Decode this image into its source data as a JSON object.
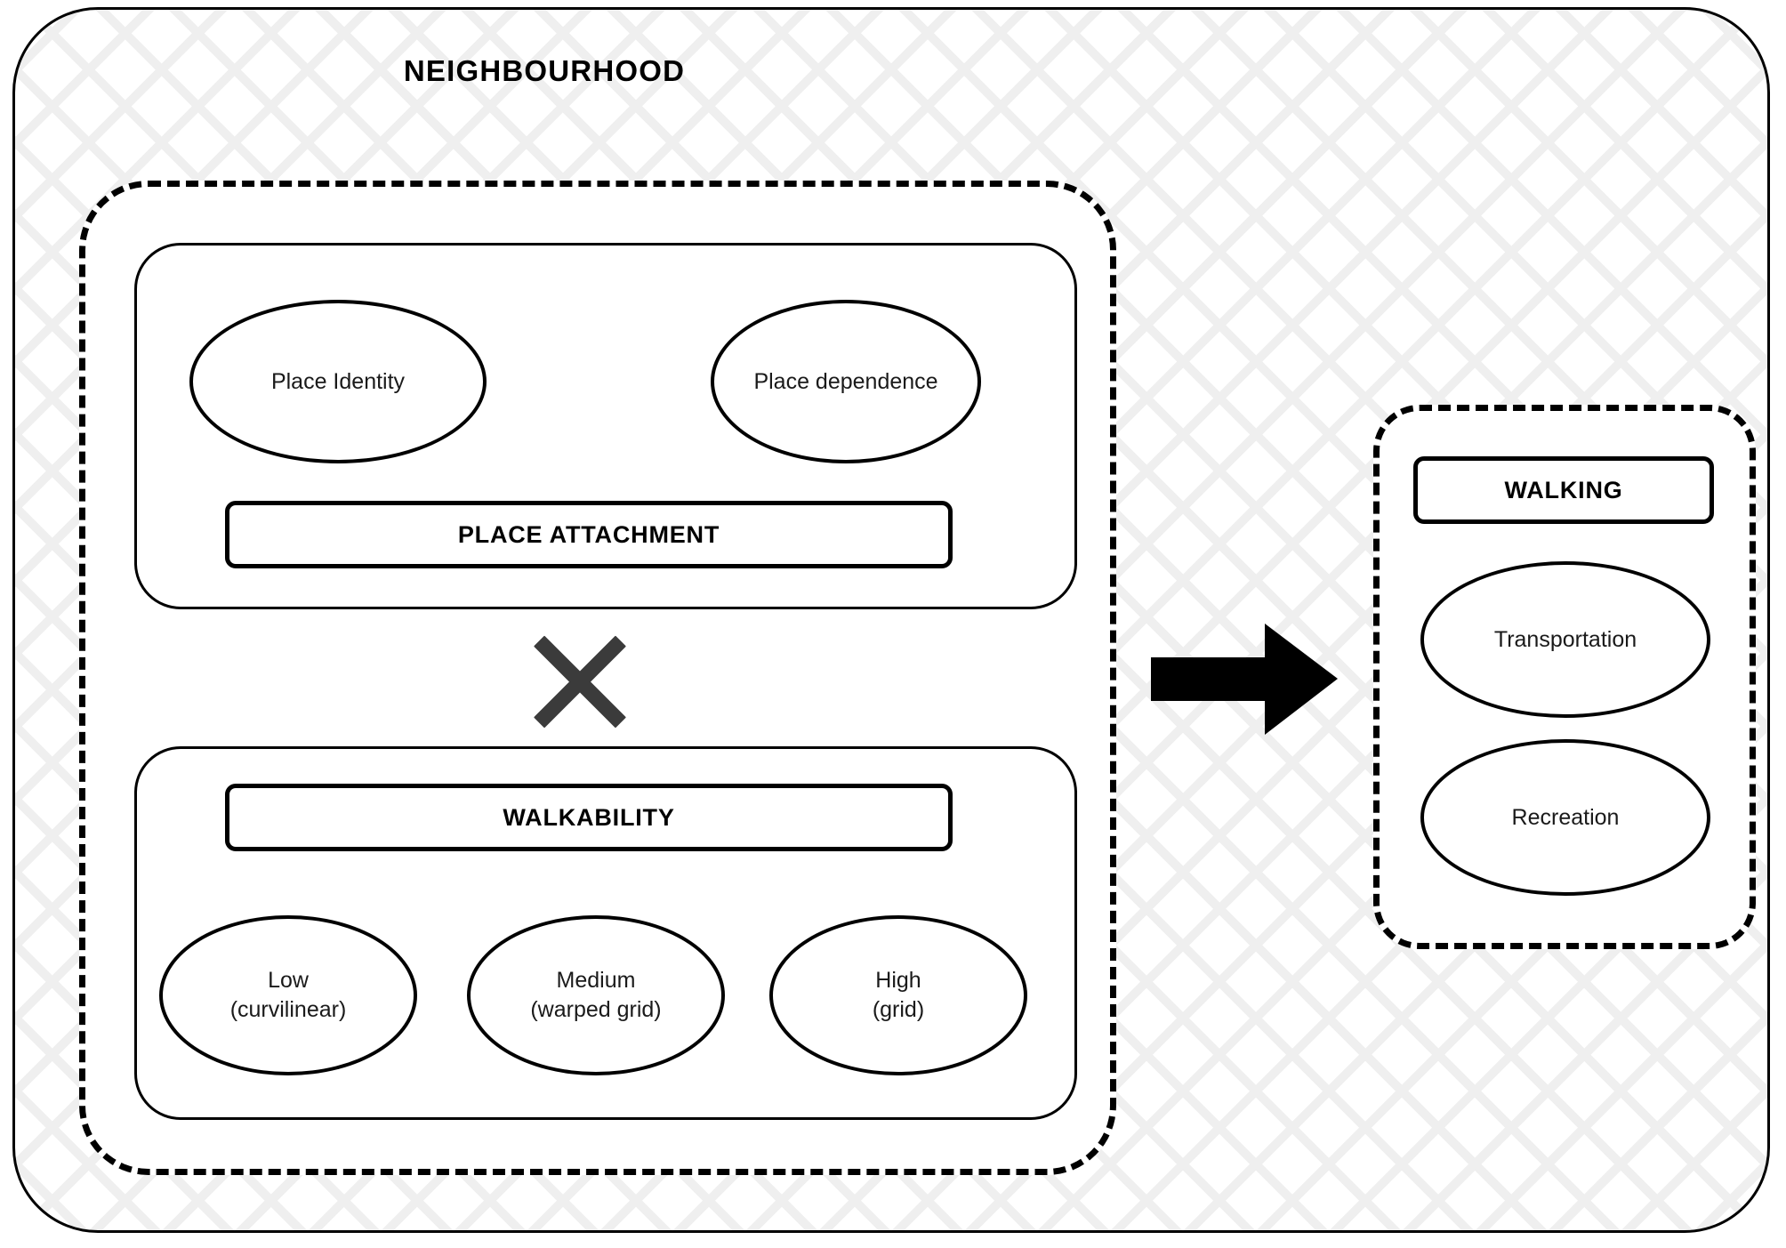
{
  "diagram": {
    "title": "NEIGHBOURHOOD",
    "type": "conceptual-framework",
    "background_pattern": "diagonal-crosshatch",
    "colors": {
      "stroke": "#000000",
      "x_glyph": "#3b3b3b",
      "arrow": "#000000",
      "hatch": "#efefef",
      "panel_fill": "#ffffff"
    }
  },
  "left_group": {
    "attachment_panel": {
      "heading": "PLACE ATTACHMENT",
      "nodes": [
        {
          "label": "Place Identity"
        },
        {
          "label": "Place dependence"
        }
      ]
    },
    "operator": {
      "symbol": "×",
      "name": "interaction-x"
    },
    "walkability_panel": {
      "heading": "WALKABILITY",
      "nodes": [
        {
          "label_line1": "Low",
          "label_line2": "(curvilinear)"
        },
        {
          "label_line1": "Medium",
          "label_line2": "(warped grid)"
        },
        {
          "label_line1": "High",
          "label_line2": "(grid)"
        }
      ]
    }
  },
  "connector": {
    "name": "arrow-right",
    "direction": "right"
  },
  "right_group": {
    "heading": "WALKING",
    "nodes": [
      {
        "label": "Transportation"
      },
      {
        "label": "Recreation"
      }
    ]
  }
}
